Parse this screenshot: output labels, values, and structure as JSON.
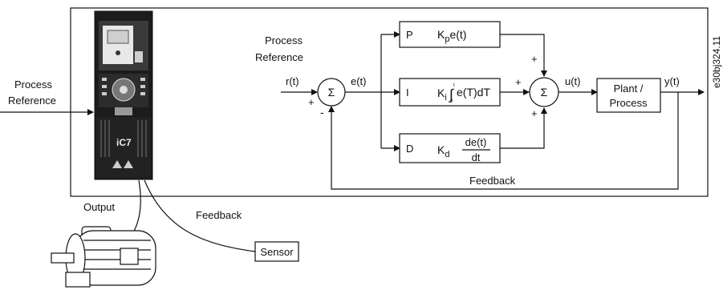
{
  "figure_code": "e30bj324.11",
  "left_input": {
    "line1": "Process",
    "line2": "Reference"
  },
  "top_input": {
    "line1": "Process",
    "line2": "Reference"
  },
  "signals": {
    "r": "r(t)",
    "e": "e(t)",
    "u": "u(t)",
    "y": "y(t)"
  },
  "signs": {
    "plus": "+",
    "minus": "-"
  },
  "sum_symbol": "Σ",
  "blocks": {
    "p": {
      "letter": "P",
      "gain": "K",
      "sub": "p",
      "expr": "e(t)"
    },
    "i": {
      "letter": "I",
      "gain": "K",
      "sub": "i",
      "expr": "e(T)dT",
      "lower": "0",
      "upper": "t"
    },
    "d": {
      "letter": "D",
      "gain": "K",
      "sub": "d",
      "num": "de(t)",
      "den": "dt"
    },
    "plant": {
      "line1": "Plant /",
      "line2": "Process"
    }
  },
  "feedback_label": "Feedback",
  "output_label": "Output",
  "feedback_cable_label": "Feedback",
  "sensor_label": "Sensor",
  "drive_logo": "iC7"
}
